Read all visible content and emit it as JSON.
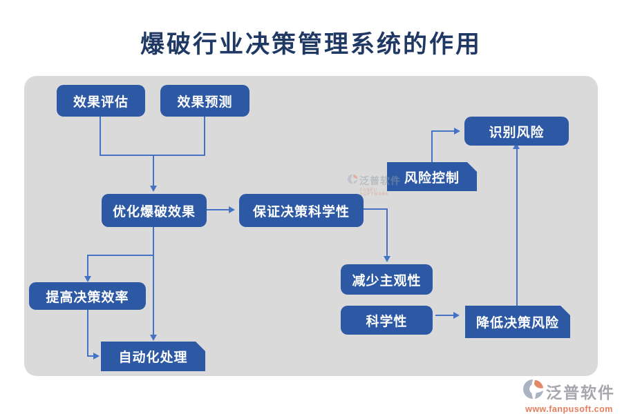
{
  "title": "爆破行业决策管理系统的作用",
  "diagram": {
    "nodes": [
      {
        "id": "effect-evaluation",
        "label": "效果评估"
      },
      {
        "id": "effect-prediction",
        "label": "效果预测"
      },
      {
        "id": "identify-risk",
        "label": "识别风险"
      },
      {
        "id": "risk-control",
        "label": "风险控制"
      },
      {
        "id": "optimize-blast-effect",
        "label": "优化爆破效果"
      },
      {
        "id": "ensure-scientific-decision",
        "label": "保证决策科学性"
      },
      {
        "id": "reduce-subjectivity",
        "label": "减少主观性"
      },
      {
        "id": "scientific",
        "label": "科学性"
      },
      {
        "id": "reduce-decision-risk",
        "label": "降低决策风险"
      },
      {
        "id": "improve-decision-efficiency",
        "label": "提高决策效率"
      },
      {
        "id": "automated-processing",
        "label": "自动化处理"
      }
    ]
  },
  "watermark": {
    "name": "泛普软件",
    "subtext": "FANPU SOFTWARE"
  },
  "logo": {
    "name": "泛普软件",
    "url": "www.fanpusoft.com"
  },
  "colors": {
    "node_blue": "#2d59a4",
    "connector_blue": "#4472c4",
    "title_navy": "#1f3864",
    "panel_gray": "#dadada",
    "logo_gray": "#a6a6ae",
    "logo_orange": "#e57d5c"
  }
}
